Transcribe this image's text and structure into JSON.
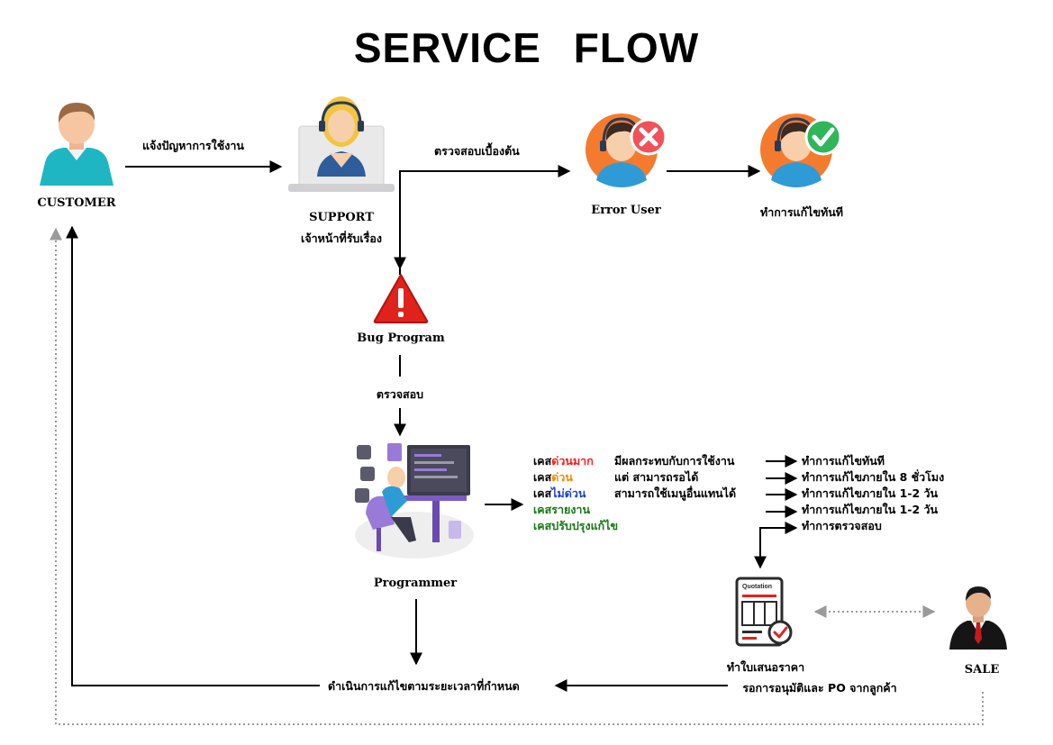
{
  "title": "SERVICE   FLOW",
  "nodes": {
    "customer": "CUSTOMER",
    "support_title": "SUPPORT",
    "support_sub": "เจ้าหน้าที่รับเรื่อง",
    "error_user": "Error User",
    "fix_now": "ทำการแก้ไขทันที",
    "bug_program": "Bug Program",
    "programmer": "Programmer",
    "quotation_1": "ทำใบเสนอราคา",
    "quotation_2": "รอการอนุมัติและ PO จากลูกค้า",
    "sale": "SALE",
    "quotation_doc": "Quotation"
  },
  "edges": {
    "report_problem": "แจ้งปัญหาการใช้งาน",
    "initial_check": "ตรวจสอบเบื้องต้น",
    "check": "ตรวจสอบ",
    "proceed_fix": "ดำเนินการแก้ไขตามระยะเวลาที่กำหนด"
  },
  "cases": [
    {
      "prefix": "เคส",
      "kind": "ด่วนมาก",
      "color": "#ff1a1a",
      "impact": "มีผลกระทบกับการใช้งาน",
      "action": "ทำการแก้ไขทันที"
    },
    {
      "prefix": "เคส",
      "kind": "ด่วน",
      "color": "#f28a00",
      "impact": "แต่ สามารถรอได้",
      "action": "ทำการแก้ไขภายใน 8 ชั่วโมง"
    },
    {
      "prefix": "เคส",
      "kind": "ไม่ด่วน",
      "color": "#1a3fe0",
      "impact": "สามารถใช้เมนูอื่นแทนได้",
      "action": "ทำการแก้ไขภายใน 1-2 วัน"
    },
    {
      "prefix": "",
      "kind": "เคสรายงาน",
      "color": "#157a12",
      "impact": "",
      "action": "ทำการแก้ไขภายใน 1-2 วัน"
    },
    {
      "prefix": "",
      "kind": "เคสปรับปรุงแก้ไข",
      "color": "#157a12",
      "impact": "",
      "action": "ทำการตรวจสอบ"
    }
  ],
  "icons": {
    "customer": "customer-person-icon",
    "support": "support-agent-laptop-icon",
    "error": "agent-error-x-icon",
    "ok": "agent-check-icon",
    "bug": "warning-triangle-icon",
    "programmer": "programmer-desk-icon",
    "quotation": "quotation-document-icon",
    "sale": "businessman-icon"
  },
  "colors": {
    "error_badge": "#f0525a",
    "ok_badge": "#2fb55a",
    "warning": "#e0221c",
    "avatar_bg": "#f47b2e"
  }
}
